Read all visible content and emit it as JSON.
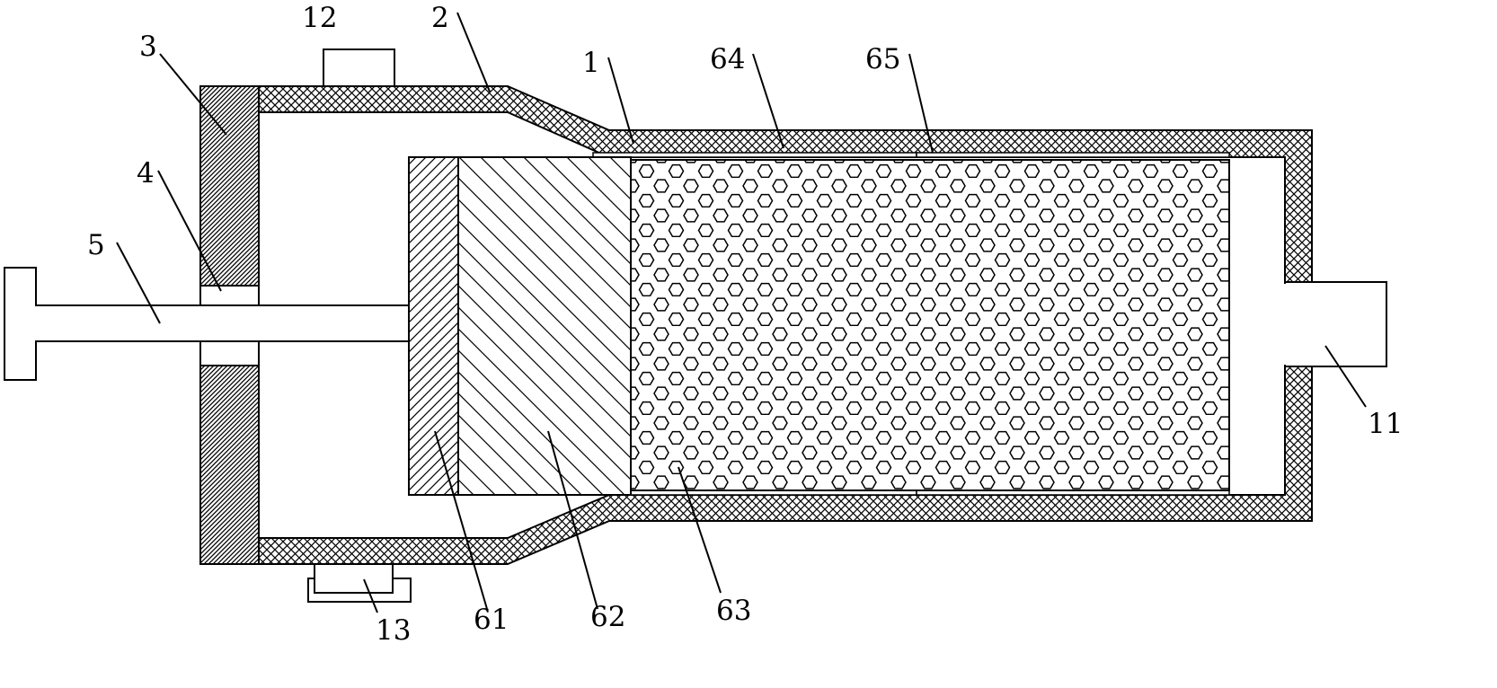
{
  "labels": {
    "l1": "1",
    "l2": "2",
    "l3": "3",
    "l4": "4",
    "l5": "5",
    "l11": "11",
    "l12": "12",
    "l13": "13",
    "l61": "61",
    "l62": "62",
    "l63": "63",
    "l64": "64",
    "l65": "65"
  }
}
